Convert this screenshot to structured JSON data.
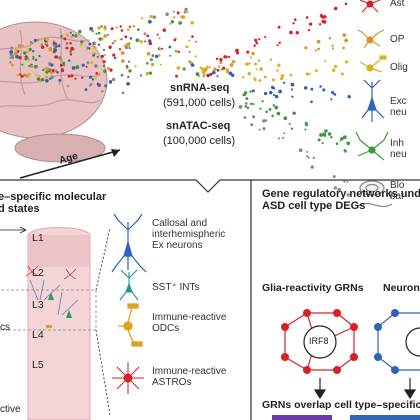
{
  "top": {
    "axis_label": "Age",
    "assay1_name": "snRNA-seq",
    "assay1_count": "(591,000 cells)",
    "assay2_name": "snATAC-seq",
    "assay2_count": "(100,000 cells)",
    "cell_types": [
      {
        "label": "Ast",
        "color": "#d8202a"
      },
      {
        "label": "OP",
        "color": "#e0922a"
      },
      {
        "label": "Olig",
        "color": "#e0b020"
      },
      {
        "label": "Exc\nneu",
        "color": "#2f62b8"
      },
      {
        "label": "Inh\nneu",
        "color": "#3a9a3a"
      },
      {
        "label": "Blo\nbar",
        "color": "#888888"
      }
    ]
  },
  "left_panel": {
    "title_line1": "e–specific molecular",
    "title_line2": "d states",
    "layers": [
      "L1",
      "L2",
      "L3",
      "L4",
      "L5"
    ],
    "side_label": "cs",
    "bottom_label": "ctive",
    "legend": [
      {
        "label": "Callosal and\ninterhemispheric\nEx neurons",
        "icon": "pyramidal-neuron-icon",
        "color": "#2f62b8"
      },
      {
        "label": "SST⁺ INTs",
        "icon": "interneuron-icon",
        "color": "#1f9a8a"
      },
      {
        "label": "Immune-reactive\nODCs",
        "icon": "oligodendrocyte-icon",
        "color": "#e0a020"
      },
      {
        "label": "Immune-reactive\nASTROs",
        "icon": "astrocyte-icon",
        "color": "#d8202a"
      }
    ]
  },
  "right_panel": {
    "title_line1": "Gene regulatory networks unde",
    "title_line2": "ASD cell type DEGs",
    "glia_title": "Glia-reactivity GRNs",
    "neuron_title": "Neuron",
    "hub_gene": "IRF8",
    "bottom_title": "GRNs overlap cell type–specific"
  }
}
